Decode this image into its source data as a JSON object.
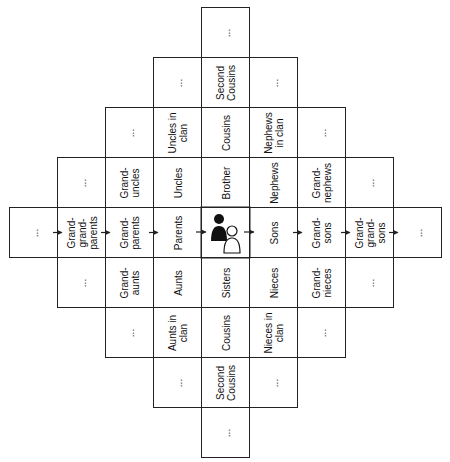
{
  "diagram": {
    "nodes": [
      {
        "text": [
          "..."
        ]
      },
      {
        "text": [
          "..."
        ]
      },
      {
        "text": [
          "Grand-grand-parents"
        ]
      },
      {
        "text": [
          "..."
        ]
      },
      {
        "text": [
          "..."
        ]
      },
      {
        "text": [
          "Grand-uncles"
        ]
      },
      {
        "text": [
          "Grand-parents"
        ]
      },
      {
        "text": [
          "Grand-aunts"
        ]
      },
      {
        "text": [
          "..."
        ]
      },
      {
        "text": [
          "..."
        ]
      },
      {
        "text": [
          "Uncles in clan"
        ]
      },
      {
        "text": [
          "Uncles"
        ]
      },
      {
        "text": [
          "Parents"
        ]
      },
      {
        "text": [
          "Aunts"
        ]
      },
      {
        "text": [
          "Aunts in clan"
        ]
      },
      {
        "text": [
          "..."
        ]
      },
      {
        "text": [
          "..."
        ]
      },
      {
        "text": [
          "Second Cousins"
        ]
      },
      {
        "text": [
          "Cousins"
        ]
      },
      {
        "text": [
          "Brother"
        ]
      },
      {
        "text": [
          "Sisters"
        ]
      },
      {
        "text": [
          "Cousins"
        ]
      },
      {
        "text": [
          "Second Cousins"
        ]
      },
      {
        "text": [
          "..."
        ]
      },
      {
        "text": [
          "..."
        ]
      },
      {
        "text": [
          "Nephews in clan"
        ]
      },
      {
        "text": [
          "Nephews"
        ]
      },
      {
        "text": [
          "Sons"
        ]
      },
      {
        "text": [
          "Nieces"
        ]
      },
      {
        "text": [
          "Nieces in clan"
        ]
      },
      {
        "text": [
          "..."
        ]
      },
      {
        "text": [
          "..."
        ]
      },
      {
        "text": [
          "Grand-nephews"
        ]
      },
      {
        "text": [
          "Grand-sons"
        ]
      },
      {
        "text": [
          "Grand-nieces"
        ]
      },
      {
        "text": [
          "..."
        ]
      },
      {
        "text": [
          "..."
        ]
      },
      {
        "text": [
          "Grand-grand-sons"
        ]
      },
      {
        "text": [
          "..."
        ]
      },
      {
        "text": [
          "..."
        ]
      }
    ],
    "edges": [
      {
        "from": 0,
        "to": 2,
        "arrow": "to"
      },
      {
        "from": 2,
        "to": 6,
        "arrow": "to"
      },
      {
        "from": 6,
        "to": 12,
        "arrow": "to"
      },
      {
        "from": 27,
        "to": 33,
        "arrow": "to"
      },
      {
        "from": 33,
        "to": 37,
        "arrow": "to"
      },
      {
        "from": 37,
        "to": 39,
        "arrow": "to"
      }
    ]
  }
}
